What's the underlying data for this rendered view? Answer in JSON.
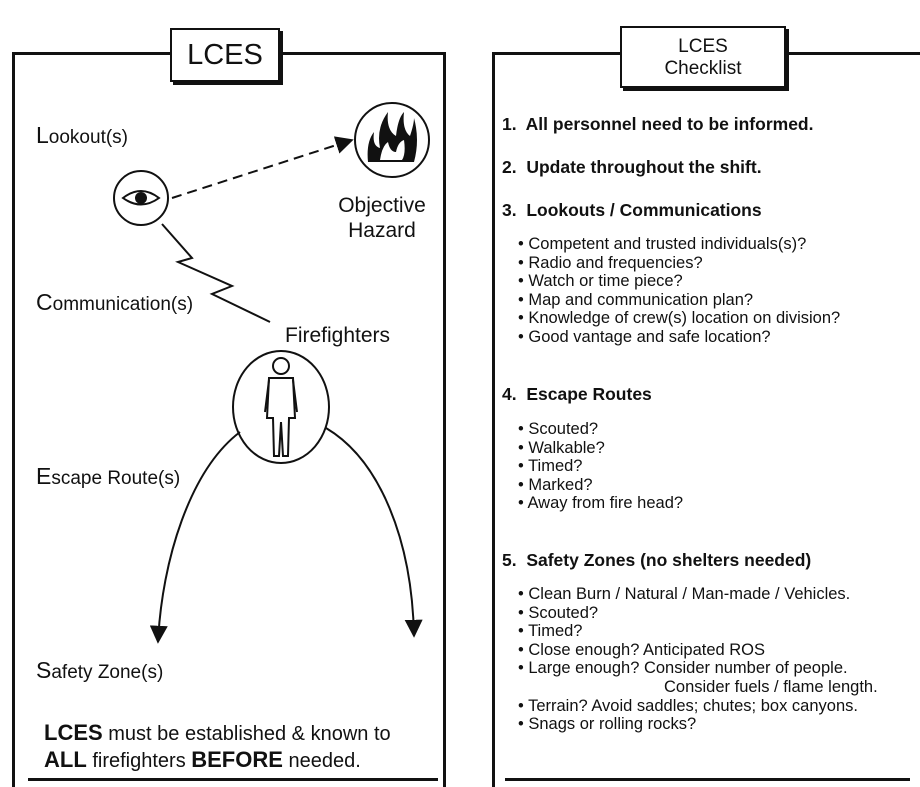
{
  "left": {
    "title": "LCES",
    "lookout": {
      "cap": "L",
      "rest": "ookout(s)"
    },
    "communication": {
      "cap": "C",
      "rest": "ommunication(s)"
    },
    "escape": {
      "cap": "E",
      "rest": "scape Route(s)"
    },
    "safety": {
      "cap": "S",
      "rest": "afety Zone(s)"
    },
    "objective_line1": "Objective",
    "objective_line2": "Hazard",
    "firefighters": "Firefighters",
    "note": {
      "lces": "LCES",
      "line1_rest": " must be established & known to",
      "all": "ALL",
      "mid": " firefighters ",
      "before": "BEFORE",
      "end": " needed."
    }
  },
  "right": {
    "title_line1": "LCES",
    "title_line2": "Checklist",
    "items": [
      "1.  All personnel need to be informed.",
      "2.  Update throughout the shift.",
      "3.  Lookouts / Communications",
      "4.  Escape Routes",
      "5.  Safety Zones (no shelters needed)"
    ],
    "lookouts_bullets": [
      "• Competent and trusted individuals(s)?",
      "• Radio and frequencies?",
      "• Watch or time piece?",
      "• Map and communication plan?",
      "• Knowledge of crew(s) location on division?",
      "• Good vantage and safe location?"
    ],
    "escape_bullets": [
      "• Scouted?",
      "• Walkable?",
      "• Timed?",
      "• Marked?",
      "• Away from fire head?"
    ],
    "safety_bullets": [
      "• Clean Burn / Natural / Man-made / Vehicles.",
      "• Scouted?",
      "• Timed?",
      "• Close enough? Anticipated ROS",
      "• Large enough? Consider number of people.",
      "Consider fuels / flame length.",
      "• Terrain?  Avoid saddles; chutes; box canyons.",
      "• Snags or rolling rocks?"
    ]
  },
  "icons": {
    "eye": "eye-icon",
    "fire": "fire-icon",
    "person": "firefighter-icon",
    "lightning": "communication-zigzag",
    "arrow": "arrow-icon"
  }
}
